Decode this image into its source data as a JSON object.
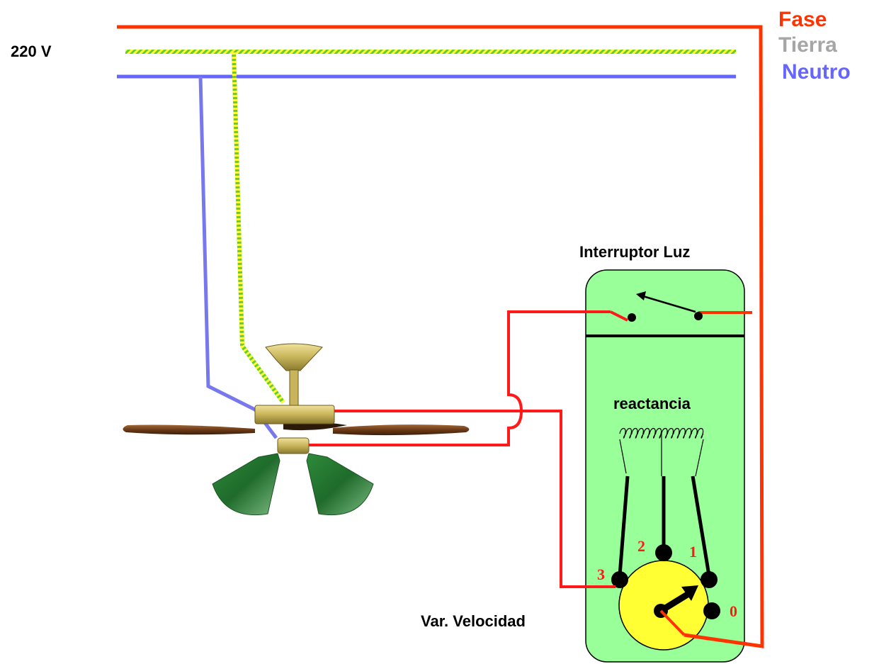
{
  "supply": {
    "voltage_label": "220 V",
    "legend": {
      "fase": "Fase",
      "tierra": "Tierra",
      "neutro": "Neutro"
    }
  },
  "switch_box": {
    "light_switch_label": "Interruptor Luz",
    "reactance_label": "reactancia",
    "speed_selector_label": "Var. Velocidad",
    "positions": {
      "p0": "0",
      "p1": "1",
      "p2": "2",
      "p3": "3"
    }
  },
  "colors": {
    "fase": "#ff3300",
    "tierra_label": "#a6a6a6",
    "tierra_wire_a": "#ffff33",
    "tierra_wire_b": "#66cc33",
    "neutro": "#6666ff",
    "neutro_wire": "#7777ee",
    "fan_feed": "#ff1a1a",
    "box_fill": "#99ff99",
    "selector_fill": "#ffff33",
    "position_numbers": "#ff1a1a"
  },
  "icons": {
    "fan": "ceiling-fan-with-lamps-icon",
    "light_switch": "switch-lever-icon",
    "reactance": "inductor-coil-icon",
    "selector": "rotary-selector-icon"
  }
}
